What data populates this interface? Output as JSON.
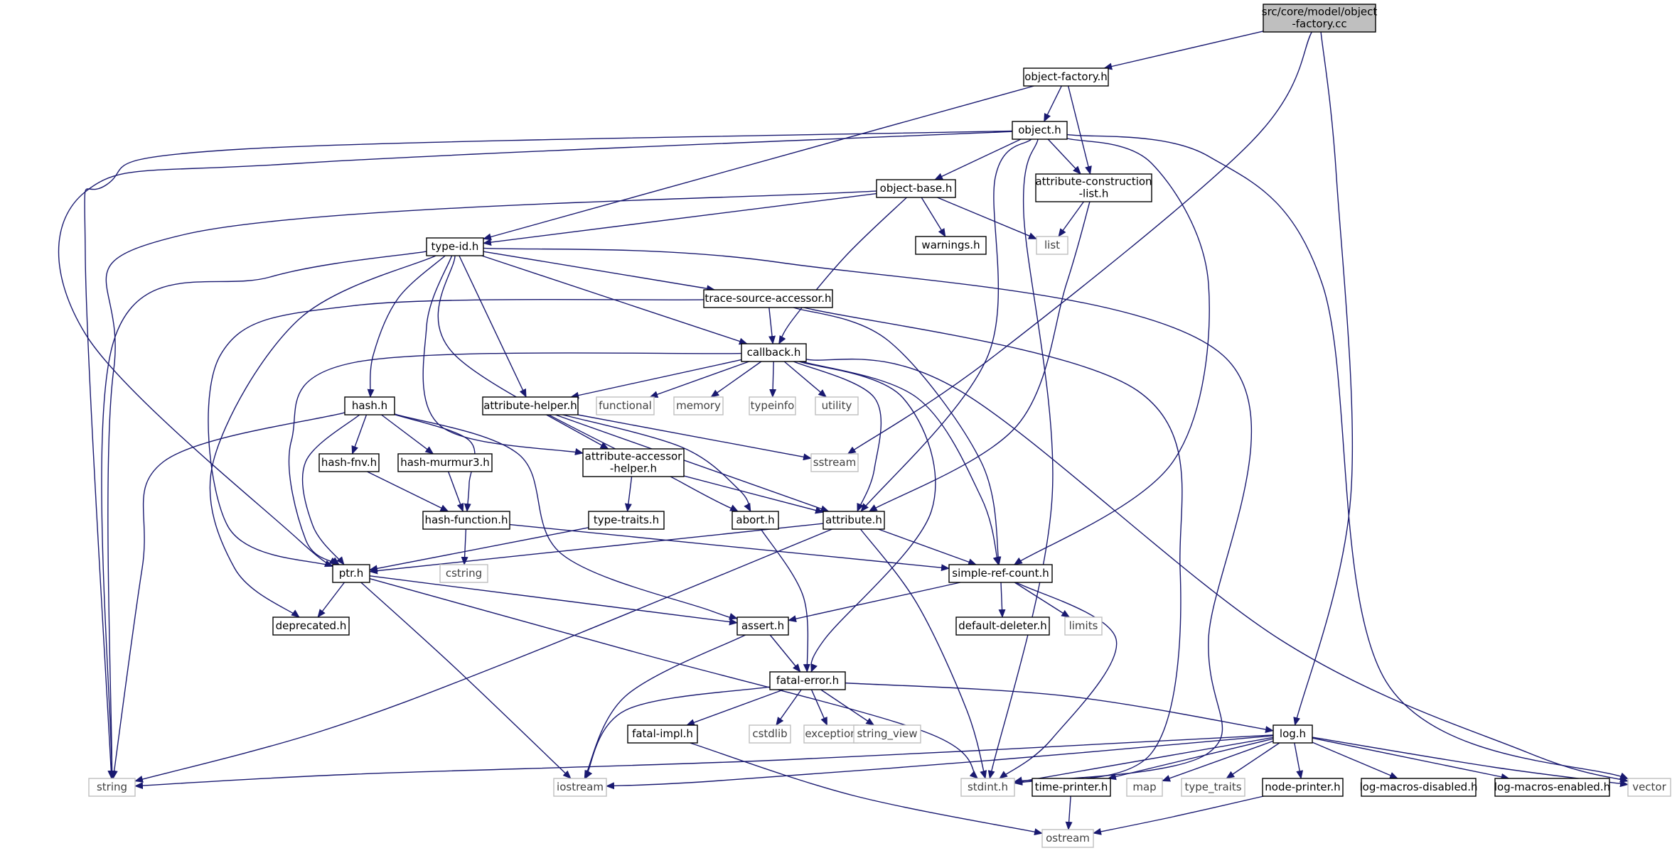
{
  "colors": {
    "edge": "#191970",
    "box_border": "#000000",
    "ext_border": "#bfbfbf",
    "ext_text": "#404040",
    "root_fill": "#bfbfbf",
    "node_text": "#000000",
    "background": "#ffffff"
  },
  "nodes": [
    {
      "id": "root",
      "lines": [
        "src/core/model/object",
        "-factory.cc"
      ],
      "kind": "root"
    },
    {
      "id": "object_factory_h",
      "lines": [
        "object-factory.h"
      ],
      "kind": "file"
    },
    {
      "id": "object_h",
      "lines": [
        "object.h"
      ],
      "kind": "file"
    },
    {
      "id": "attribute_construction_list_h",
      "lines": [
        "attribute-construction",
        "-list.h"
      ],
      "kind": "file"
    },
    {
      "id": "object_base_h",
      "lines": [
        "object-base.h"
      ],
      "kind": "file"
    },
    {
      "id": "type_id_h",
      "lines": [
        "type-id.h"
      ],
      "kind": "file"
    },
    {
      "id": "warnings_h",
      "lines": [
        "warnings.h"
      ],
      "kind": "file"
    },
    {
      "id": "list",
      "lines": [
        "list"
      ],
      "kind": "external"
    },
    {
      "id": "trace_source_accessor_h",
      "lines": [
        "trace-source-accessor.h"
      ],
      "kind": "file"
    },
    {
      "id": "callback_h",
      "lines": [
        "callback.h"
      ],
      "kind": "file"
    },
    {
      "id": "hash_h",
      "lines": [
        "hash.h"
      ],
      "kind": "file"
    },
    {
      "id": "attribute_helper_h",
      "lines": [
        "attribute-helper.h"
      ],
      "kind": "file"
    },
    {
      "id": "functional",
      "lines": [
        "functional"
      ],
      "kind": "external"
    },
    {
      "id": "memory",
      "lines": [
        "memory"
      ],
      "kind": "external"
    },
    {
      "id": "typeinfo",
      "lines": [
        "typeinfo"
      ],
      "kind": "external"
    },
    {
      "id": "utility",
      "lines": [
        "utility"
      ],
      "kind": "external"
    },
    {
      "id": "sstream",
      "lines": [
        "sstream"
      ],
      "kind": "external"
    },
    {
      "id": "hash_fnv_h",
      "lines": [
        "hash-fnv.h"
      ],
      "kind": "file"
    },
    {
      "id": "hash_murmur3_h",
      "lines": [
        "hash-murmur3.h"
      ],
      "kind": "file"
    },
    {
      "id": "attribute_accessor_helper_h",
      "lines": [
        "attribute-accessor",
        "-helper.h"
      ],
      "kind": "file"
    },
    {
      "id": "hash_function_h",
      "lines": [
        "hash-function.h"
      ],
      "kind": "file"
    },
    {
      "id": "type_traits_h",
      "lines": [
        "type-traits.h"
      ],
      "kind": "file"
    },
    {
      "id": "abort_h",
      "lines": [
        "abort.h"
      ],
      "kind": "file"
    },
    {
      "id": "attribute_h",
      "lines": [
        "attribute.h"
      ],
      "kind": "file"
    },
    {
      "id": "cstring",
      "lines": [
        "cstring"
      ],
      "kind": "external"
    },
    {
      "id": "ptr_h",
      "lines": [
        "ptr.h"
      ],
      "kind": "file"
    },
    {
      "id": "simple_ref_count_h",
      "lines": [
        "simple-ref-count.h"
      ],
      "kind": "file"
    },
    {
      "id": "deprecated_h",
      "lines": [
        "deprecated.h"
      ],
      "kind": "file"
    },
    {
      "id": "assert_h",
      "lines": [
        "assert.h"
      ],
      "kind": "file"
    },
    {
      "id": "default_deleter_h",
      "lines": [
        "default-deleter.h"
      ],
      "kind": "file"
    },
    {
      "id": "limits",
      "lines": [
        "limits"
      ],
      "kind": "external"
    },
    {
      "id": "fatal_error_h",
      "lines": [
        "fatal-error.h"
      ],
      "kind": "file"
    },
    {
      "id": "fatal_impl_h",
      "lines": [
        "fatal-impl.h"
      ],
      "kind": "file"
    },
    {
      "id": "cstdlib",
      "lines": [
        "cstdlib"
      ],
      "kind": "external"
    },
    {
      "id": "exception",
      "lines": [
        "exception"
      ],
      "kind": "external"
    },
    {
      "id": "string_view",
      "lines": [
        "string_view"
      ],
      "kind": "external"
    },
    {
      "id": "log_h",
      "lines": [
        "log.h"
      ],
      "kind": "file"
    },
    {
      "id": "string",
      "lines": [
        "string"
      ],
      "kind": "external"
    },
    {
      "id": "iostream",
      "lines": [
        "iostream"
      ],
      "kind": "external"
    },
    {
      "id": "stdint_h",
      "lines": [
        "stdint.h"
      ],
      "kind": "external"
    },
    {
      "id": "time_printer_h",
      "lines": [
        "time-printer.h"
      ],
      "kind": "file"
    },
    {
      "id": "map",
      "lines": [
        "map"
      ],
      "kind": "external"
    },
    {
      "id": "type_traits",
      "lines": [
        "type_traits"
      ],
      "kind": "external"
    },
    {
      "id": "node_printer_h",
      "lines": [
        "node-printer.h"
      ],
      "kind": "file"
    },
    {
      "id": "log_macros_disabled_h",
      "lines": [
        "log-macros-disabled.h"
      ],
      "kind": "file"
    },
    {
      "id": "log_macros_enabled_h",
      "lines": [
        "log-macros-enabled.h"
      ],
      "kind": "file"
    },
    {
      "id": "vector",
      "lines": [
        "vector"
      ],
      "kind": "external"
    },
    {
      "id": "ostream",
      "lines": [
        "ostream"
      ],
      "kind": "external"
    }
  ],
  "edges": [
    [
      "root",
      "object_factory_h"
    ],
    [
      "root",
      "sstream"
    ],
    [
      "root",
      "log_h"
    ],
    [
      "object_factory_h",
      "object_h"
    ],
    [
      "object_factory_h",
      "attribute_construction_list_h"
    ],
    [
      "object_factory_h",
      "type_id_h"
    ],
    [
      "object_h",
      "object_base_h"
    ],
    [
      "object_h",
      "attribute_construction_list_h"
    ],
    [
      "object_h",
      "string"
    ],
    [
      "object_h",
      "ptr_h"
    ],
    [
      "object_h",
      "attribute_h"
    ],
    [
      "object_h",
      "simple_ref_count_h"
    ],
    [
      "object_h",
      "stdint_h"
    ],
    [
      "object_h",
      "vector"
    ],
    [
      "attribute_construction_list_h",
      "list"
    ],
    [
      "attribute_construction_list_h",
      "attribute_h"
    ],
    [
      "object_base_h",
      "type_id_h"
    ],
    [
      "object_base_h",
      "warnings_h"
    ],
    [
      "object_base_h",
      "list"
    ],
    [
      "object_base_h",
      "callback_h"
    ],
    [
      "object_base_h",
      "string"
    ],
    [
      "type_id_h",
      "trace_source_accessor_h"
    ],
    [
      "type_id_h",
      "callback_h"
    ],
    [
      "type_id_h",
      "hash_h"
    ],
    [
      "type_id_h",
      "attribute_helper_h"
    ],
    [
      "type_id_h",
      "attribute_accessor_helper_h"
    ],
    [
      "type_id_h",
      "abort_h"
    ],
    [
      "type_id_h",
      "deprecated_h"
    ],
    [
      "type_id_h",
      "string"
    ],
    [
      "type_id_h",
      "stdint_h"
    ],
    [
      "trace_source_accessor_h",
      "callback_h"
    ],
    [
      "trace_source_accessor_h",
      "ptr_h"
    ],
    [
      "trace_source_accessor_h",
      "simple_ref_count_h"
    ],
    [
      "trace_source_accessor_h",
      "stdint_h"
    ],
    [
      "callback_h",
      "attribute_helper_h"
    ],
    [
      "callback_h",
      "functional"
    ],
    [
      "callback_h",
      "memory"
    ],
    [
      "callback_h",
      "typeinfo"
    ],
    [
      "callback_h",
      "utility"
    ],
    [
      "callback_h",
      "ptr_h"
    ],
    [
      "callback_h",
      "attribute_h"
    ],
    [
      "callback_h",
      "simple_ref_count_h"
    ],
    [
      "callback_h",
      "fatal_error_h"
    ],
    [
      "callback_h",
      "vector"
    ],
    [
      "hash_h",
      "hash_fnv_h"
    ],
    [
      "hash_h",
      "hash_murmur3_h"
    ],
    [
      "hash_h",
      "hash_function_h"
    ],
    [
      "hash_h",
      "ptr_h"
    ],
    [
      "hash_h",
      "assert_h"
    ],
    [
      "hash_h",
      "string"
    ],
    [
      "attribute_helper_h",
      "attribute_accessor_helper_h"
    ],
    [
      "attribute_helper_h",
      "attribute_h"
    ],
    [
      "attribute_helper_h",
      "sstream"
    ],
    [
      "attribute_helper_h",
      "abort_h"
    ],
    [
      "hash_fnv_h",
      "hash_function_h"
    ],
    [
      "hash_murmur3_h",
      "hash_function_h"
    ],
    [
      "attribute_accessor_helper_h",
      "type_traits_h"
    ],
    [
      "attribute_accessor_helper_h",
      "attribute_h"
    ],
    [
      "hash_function_h",
      "cstring"
    ],
    [
      "hash_function_h",
      "simple_ref_count_h"
    ],
    [
      "type_traits_h",
      "ptr_h"
    ],
    [
      "abort_h",
      "fatal_error_h"
    ],
    [
      "attribute_h",
      "ptr_h"
    ],
    [
      "attribute_h",
      "simple_ref_count_h"
    ],
    [
      "attribute_h",
      "string"
    ],
    [
      "attribute_h",
      "stdint_h"
    ],
    [
      "ptr_h",
      "deprecated_h"
    ],
    [
      "ptr_h",
      "assert_h"
    ],
    [
      "ptr_h",
      "iostream"
    ],
    [
      "ptr_h",
      "stdint_h"
    ],
    [
      "simple_ref_count_h",
      "assert_h"
    ],
    [
      "simple_ref_count_h",
      "default_deleter_h"
    ],
    [
      "simple_ref_count_h",
      "limits"
    ],
    [
      "simple_ref_count_h",
      "stdint_h"
    ],
    [
      "assert_h",
      "fatal_error_h"
    ],
    [
      "assert_h",
      "iostream"
    ],
    [
      "fatal_error_h",
      "fatal_impl_h"
    ],
    [
      "fatal_error_h",
      "cstdlib"
    ],
    [
      "fatal_error_h",
      "exception"
    ],
    [
      "fatal_error_h",
      "string_view"
    ],
    [
      "fatal_error_h",
      "iostream"
    ],
    [
      "fatal_error_h",
      "log_h"
    ],
    [
      "fatal_impl_h",
      "ostream"
    ],
    [
      "log_h",
      "string"
    ],
    [
      "log_h",
      "iostream"
    ],
    [
      "log_h",
      "stdint_h"
    ],
    [
      "log_h",
      "time_printer_h"
    ],
    [
      "log_h",
      "map"
    ],
    [
      "log_h",
      "type_traits"
    ],
    [
      "log_h",
      "node_printer_h"
    ],
    [
      "log_h",
      "log_macros_disabled_h"
    ],
    [
      "log_h",
      "log_macros_enabled_h"
    ],
    [
      "log_h",
      "vector"
    ],
    [
      "time_printer_h",
      "ostream"
    ],
    [
      "node_printer_h",
      "ostream"
    ]
  ]
}
